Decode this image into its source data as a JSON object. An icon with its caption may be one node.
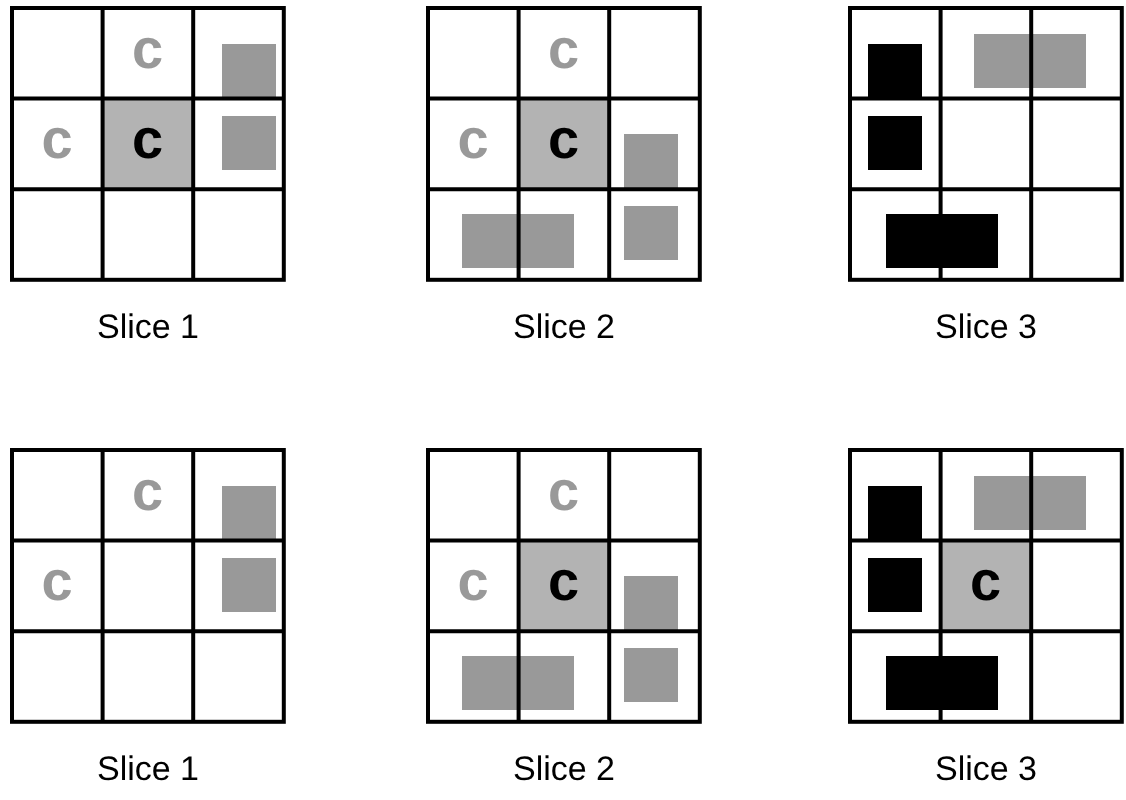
{
  "diagram": {
    "labels": [
      "c",
      "c",
      "c",
      "c",
      "c",
      "c",
      "Slice 1",
      "Slice 2",
      "Slice 3",
      "c",
      "c",
      "c",
      "c",
      "c",
      "c",
      "Slice 1",
      "Slice 2",
      "Slice 3"
    ]
  }
}
